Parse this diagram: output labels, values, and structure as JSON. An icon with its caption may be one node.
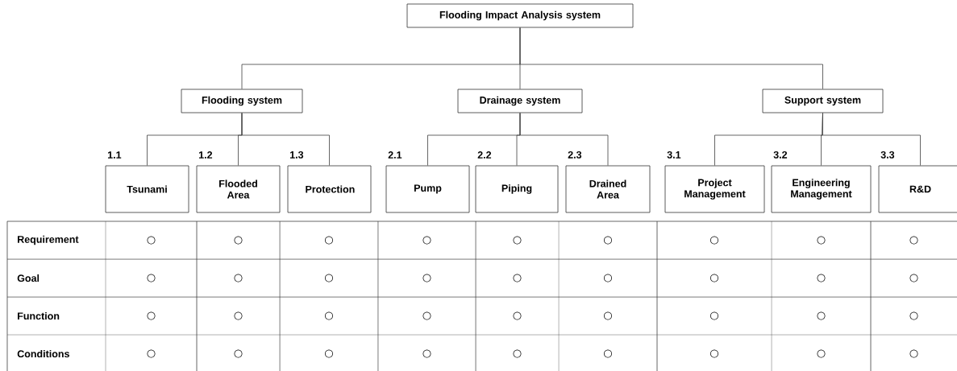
{
  "diagram": {
    "nodes": [
      {
        "text": [
          "Flooding Impact Analysis system"
        ]
      },
      {
        "text": [
          "Flooding system"
        ]
      },
      {
        "text": [
          "Drainage system"
        ]
      },
      {
        "text": [
          "Support system"
        ]
      },
      {
        "text": [
          "Tsunami"
        ],
        "beside": [
          "1.1"
        ]
      },
      {
        "text": [
          "Flooded Area"
        ],
        "beside": [
          "1.2"
        ]
      },
      {
        "text": [
          "Protection"
        ],
        "beside": [
          "1.3"
        ]
      },
      {
        "text": [
          "Pump"
        ],
        "beside": [
          "2.1"
        ]
      },
      {
        "text": [
          "Piping"
        ],
        "beside": [
          "2.2"
        ]
      },
      {
        "text": [
          "Drained Area"
        ],
        "beside": [
          "2.3"
        ]
      },
      {
        "text": [
          "Project Management"
        ],
        "beside": [
          "3.1"
        ]
      },
      {
        "text": [
          "Engineering Management"
        ],
        "beside": [
          "3.2"
        ]
      },
      {
        "text": [
          "R&D"
        ],
        "beside": [
          "3.3"
        ]
      }
    ],
    "edges": [
      {
        "from": 0,
        "to": 1,
        "arrow": "none"
      },
      {
        "from": 0,
        "to": 2,
        "arrow": "none"
      },
      {
        "from": 0,
        "to": 3,
        "arrow": "none"
      },
      {
        "from": 1,
        "to": 4,
        "arrow": "none"
      },
      {
        "from": 1,
        "to": 5,
        "arrow": "none"
      },
      {
        "from": 1,
        "to": 6,
        "arrow": "none"
      },
      {
        "from": 2,
        "to": 7,
        "arrow": "none"
      },
      {
        "from": 2,
        "to": 8,
        "arrow": "none"
      },
      {
        "from": 2,
        "to": 9,
        "arrow": "none"
      },
      {
        "from": 3,
        "to": 10,
        "arrow": "none"
      },
      {
        "from": 3,
        "to": 11,
        "arrow": "none"
      },
      {
        "from": 3,
        "to": 12,
        "arrow": "none"
      }
    ],
    "labels": [
      "Requirement",
      "○",
      "○",
      "○",
      "○",
      "○",
      "○",
      "○",
      "○",
      "○",
      "Goal",
      "○",
      "○",
      "○",
      "○",
      "○",
      "○",
      "○",
      "○",
      "○",
      "Function",
      "○",
      "○",
      "○",
      "○",
      "○",
      "○",
      "○",
      "○",
      "○",
      "Conditions",
      "○",
      "○",
      "○",
      "○",
      "○",
      "○",
      "○",
      "○",
      "○"
    ]
  }
}
